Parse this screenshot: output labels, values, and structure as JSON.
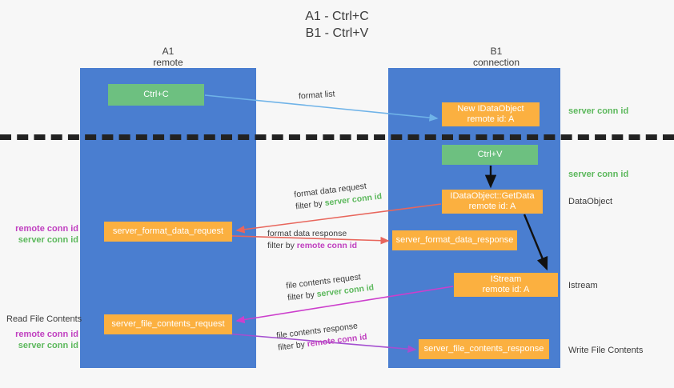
{
  "title": {
    "line1": "A1 - Ctrl+C",
    "line2": "B1 - Ctrl+V"
  },
  "lanes": [
    {
      "id": "a1",
      "name": "A1",
      "sub": "remote"
    },
    {
      "id": "b1",
      "name": "B1",
      "sub": "connection"
    }
  ],
  "nodes": {
    "ctrl_c": {
      "line1": "Ctrl+C",
      "line2": "",
      "color": "#6dc080"
    },
    "dataobject": {
      "line1": "New IDataObject",
      "line2": "remote id: A",
      "color": "#fbb040"
    },
    "ctrl_v": {
      "line1": "Ctrl+V",
      "line2": "",
      "color": "#6dc080"
    },
    "getdata": {
      "line1": "IDataObject::GetData",
      "line2": "remote id: A",
      "color": "#fbb040"
    },
    "server_format_data_request": {
      "line1": "server_format_data_request",
      "line2": ""
    },
    "server_format_data_response": {
      "line1": "server_format_data_response",
      "line2": ""
    },
    "istream": {
      "line1": "IStream",
      "line2": "remote id: A"
    },
    "server_file_contents_request": {
      "line1": "server_file_contents_request",
      "line2": ""
    },
    "server_file_contents_response": {
      "line1": "server_file_contents_response",
      "line2": ""
    }
  },
  "edge_labels": {
    "format_list": "format list",
    "format_data_request": {
      "title": "format data request",
      "filter_prefix": "filter by ",
      "filter_value": "server conn id"
    },
    "format_data_response": {
      "title": "format data response",
      "filter_prefix": "filter by ",
      "filter_value": "remote conn id"
    },
    "file_contents_request": {
      "title": "file contents request",
      "filter_prefix": "filter by ",
      "filter_value": "server conn id"
    },
    "file_contents_response": {
      "title": "file contents response",
      "filter_prefix": "filter by ",
      "filter_value": "remote conn id"
    }
  },
  "right_labels": {
    "server_conn_id_top": "server conn id",
    "server_conn_id_mid": "server conn id",
    "dataobject": "DataObject",
    "istream": "Istream",
    "write_file_contents": "Write File Contents"
  },
  "left_labels": {
    "remote_conn_id_1": "remote conn id",
    "server_conn_id_1": "server conn id",
    "read_file_contents": "Read File Contents",
    "remote_conn_id_2": "remote conn id",
    "server_conn_id_2": "server conn id"
  },
  "colors": {
    "lane": "#4a7ed0",
    "green_node": "#6dc080",
    "orange_node": "#fbb040",
    "green_text": "#5cb85c",
    "purple_text": "#c040c0",
    "red_arrow": "#e8665c",
    "magenta_arrow": "#cc3fcc",
    "purple_arrow": "#a44fd0",
    "blue_arrow": "#6fb3e8",
    "black_arrow": "#111111",
    "background": "#f7f7f7"
  }
}
